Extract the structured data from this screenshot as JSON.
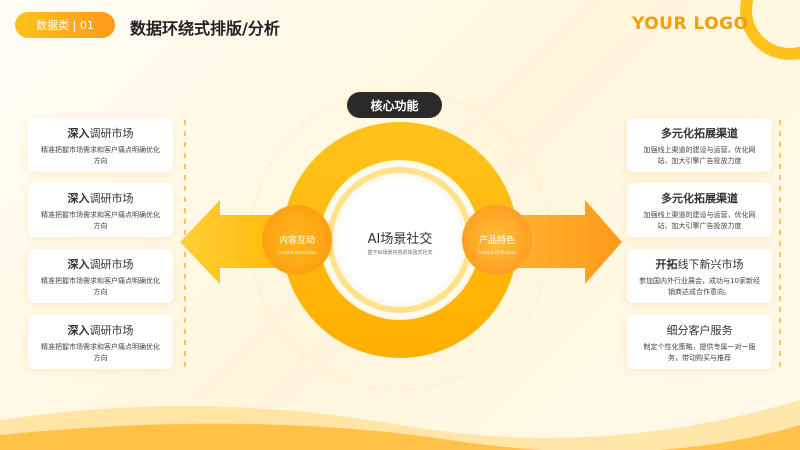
{
  "header": {
    "badge": "数据类 | 01",
    "title": "数据环绕式排版/分析",
    "logo": "YOUR LOGO"
  },
  "core_label": "核心功能",
  "center": {
    "title": "AI场景社交",
    "subtitle": "基于AI场景内容的体验式社交"
  },
  "nodes": [
    {
      "title": "内容互动",
      "subtitle": "Content Interaction"
    },
    {
      "title": "产品特色",
      "subtitle": "Feature Of Product"
    }
  ],
  "left_cards": [
    {
      "title_bold": "深入",
      "title": "调研市场",
      "desc": "精准把握市场需求和客户痛点明确优化方向"
    },
    {
      "title_bold": "深入",
      "title": "调研市场",
      "desc": "精准把握市场需求和客户痛点明确优化方向"
    },
    {
      "title_bold": "深入",
      "title": "调研市场",
      "desc": "精准把握市场需求和客户痛点明确优化方向"
    },
    {
      "title_bold": "深入",
      "title": "调研市场",
      "desc": "精准把握市场需求和客户痛点明确优化方向"
    }
  ],
  "right_cards": [
    {
      "title_bold": "多元化拓展渠道",
      "title": "",
      "desc": "加强线上渠道的建设与运营，优化网站、加大引擎广告投放力度"
    },
    {
      "title_bold": "多元化拓展渠道",
      "title": "",
      "desc": "加强线上渠道的建设与运营，优化网站、加大引擎广告投放力度"
    },
    {
      "title_bold": "开拓",
      "title": "线下新兴市场",
      "desc": "参加国内外行业展会，成功与10家新经销商达成合作意向。"
    },
    {
      "title_bold": "",
      "title": "细分客户服务",
      "desc": "制定个性化策略，提供专属一对一服务，带动购买与推荐"
    }
  ],
  "colors": {
    "accent": "#ffb400",
    "orange": "#ff9a1a",
    "dark": "#2a2a2a"
  }
}
